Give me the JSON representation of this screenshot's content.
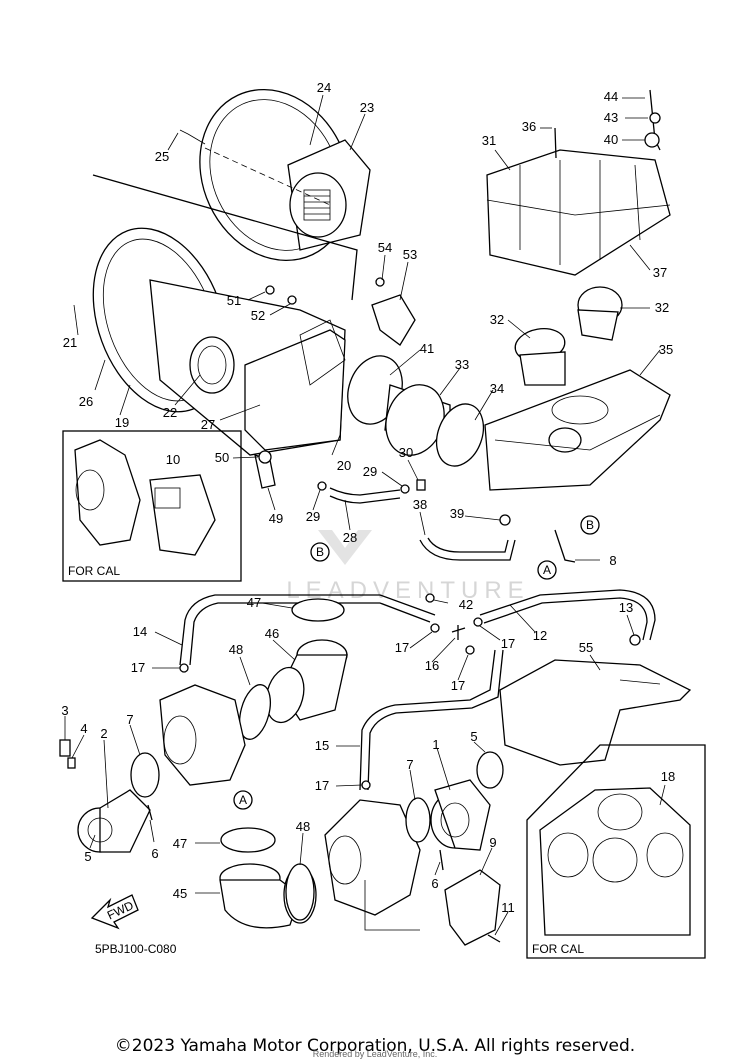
{
  "diagram_code": "5PBJ100-C080",
  "copyright": "©2023 Yamaha Motor Corporation, U.S.A. All rights reserved.",
  "rendered_by": "Rendered by LeadVenture, Inc.",
  "watermark": "LEADVENTURE",
  "fwd_label": "FWD",
  "for_cal_label": "FOR CAL",
  "connector_a": "A",
  "connector_b": "B",
  "callouts": [
    "1",
    "2",
    "3",
    "4",
    "5",
    "5",
    "6",
    "6",
    "7",
    "7",
    "8",
    "9",
    "10",
    "11",
    "12",
    "13",
    "14",
    "15",
    "16",
    "17",
    "17",
    "17",
    "17",
    "17",
    "18",
    "19",
    "20",
    "21",
    "22",
    "23",
    "24",
    "25",
    "26",
    "27",
    "28",
    "29",
    "29",
    "30",
    "31",
    "32",
    "32",
    "33",
    "34",
    "35",
    "36",
    "37",
    "38",
    "39",
    "40",
    "41",
    "42",
    "43",
    "44",
    "45",
    "46",
    "47",
    "47",
    "48",
    "48",
    "49",
    "50",
    "51",
    "52",
    "53",
    "54",
    "55"
  ]
}
